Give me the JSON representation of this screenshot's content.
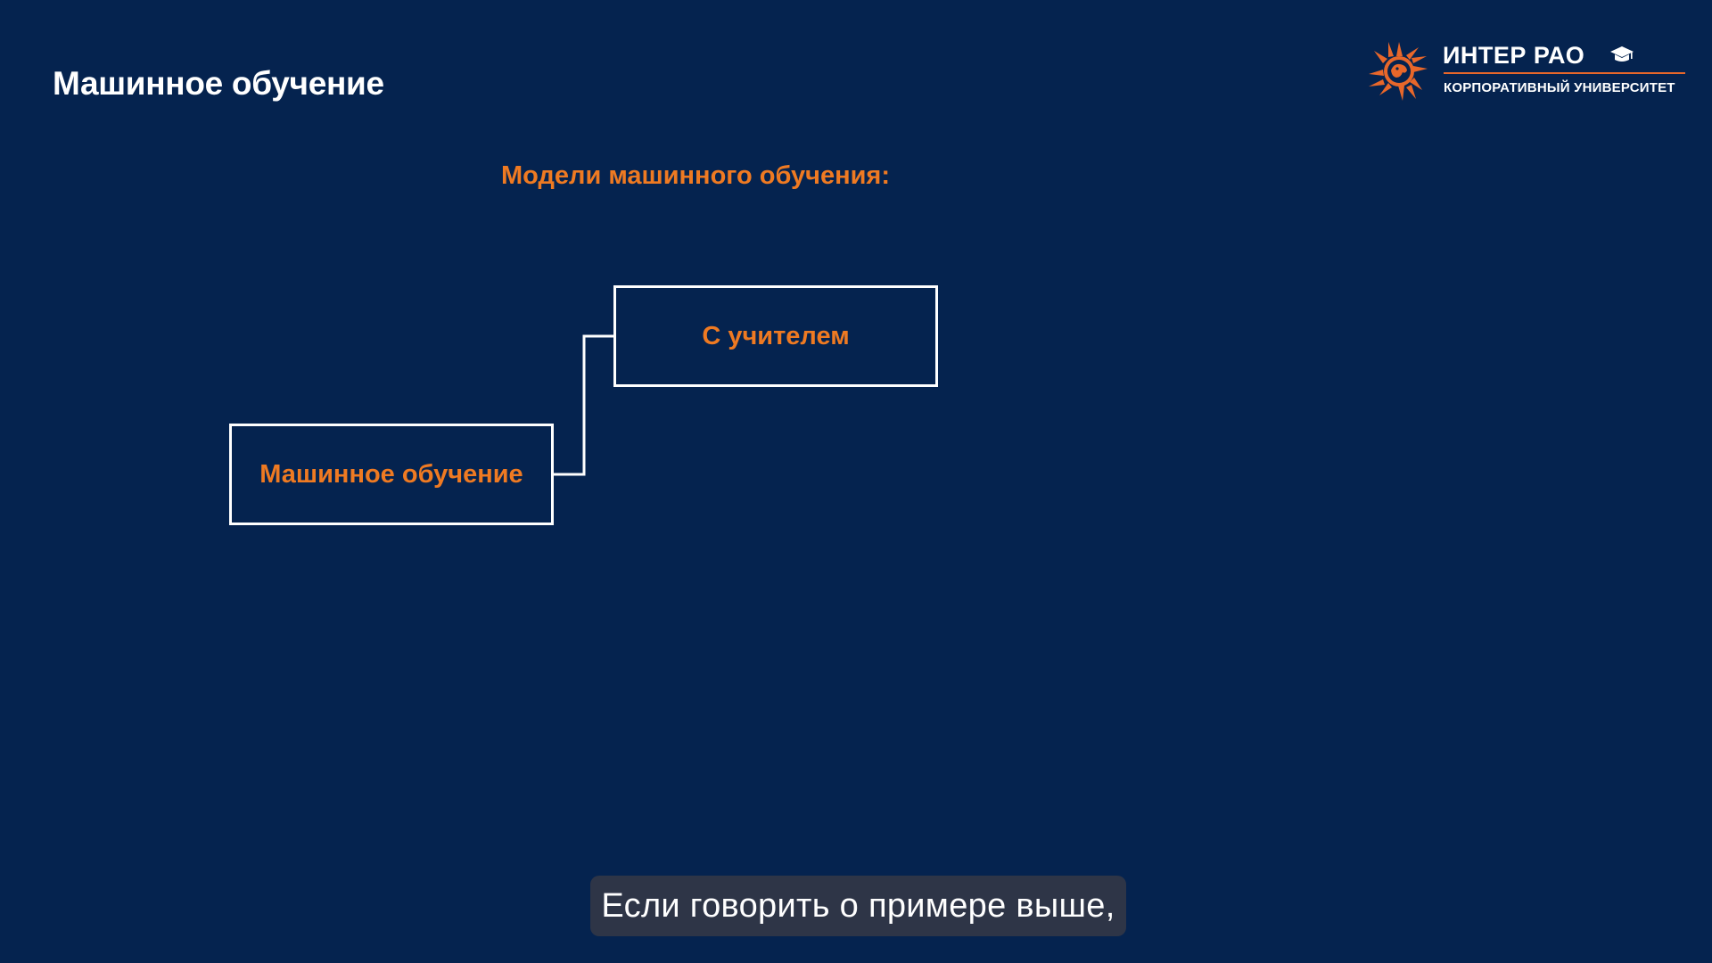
{
  "slide": {
    "title": "Машинное обучение",
    "section_heading": "Модели машинного обучения:"
  },
  "logo": {
    "name": "ИНТЕР РАО",
    "subtitle": "КОРПОРАТИВНЫЙ УНИВЕРСИТЕТ",
    "icon": "sun-emblem-icon",
    "cap_icon": "graduation-cap-icon",
    "accent_color": "#e8672a"
  },
  "diagram": {
    "root": {
      "label": "Машинное обучение"
    },
    "children": [
      {
        "label": "С учителем"
      }
    ]
  },
  "captions": {
    "text": "Если говорить о примере выше,"
  },
  "colors": {
    "background": "#05234f",
    "accent": "#ef7a22",
    "text": "#ffffff"
  }
}
